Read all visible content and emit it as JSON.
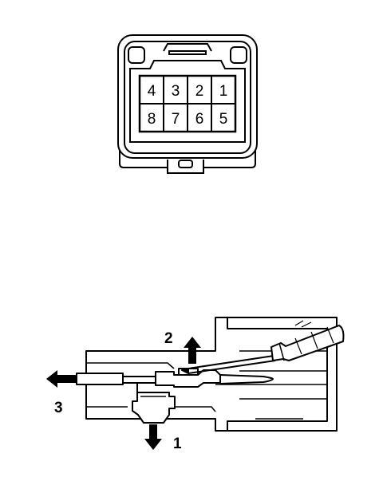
{
  "connector": {
    "pins_top_row": [
      "4",
      "3",
      "2",
      "1"
    ],
    "pins_bottom_row": [
      "8",
      "7",
      "6",
      "5"
    ]
  },
  "terminal_removal": {
    "steps": [
      {
        "label": "1",
        "direction": "down"
      },
      {
        "label": "2",
        "direction": "up"
      },
      {
        "label": "3",
        "direction": "left"
      }
    ]
  }
}
